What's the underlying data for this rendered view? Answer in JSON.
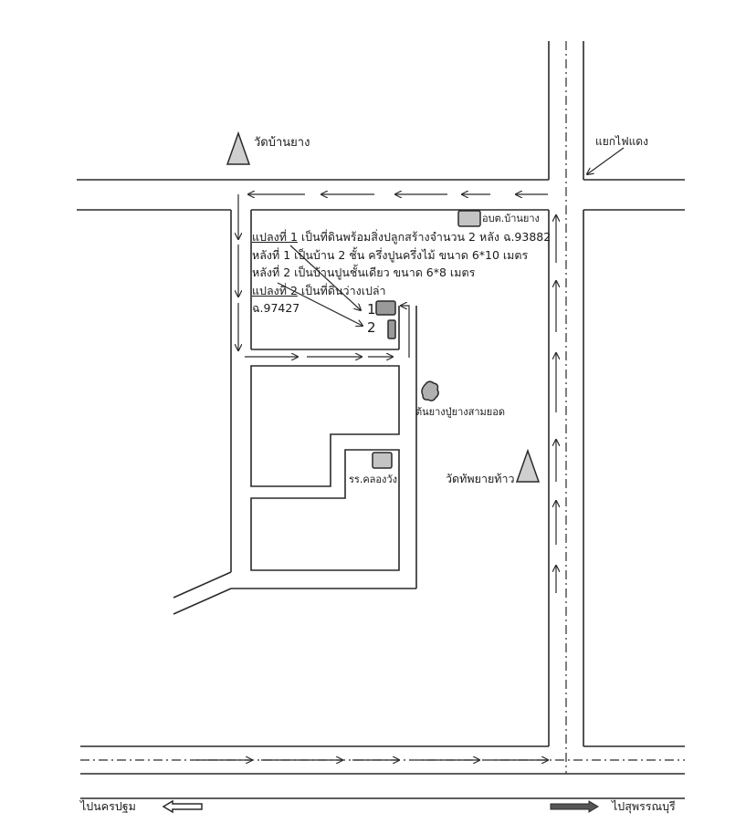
{
  "labels": {
    "wat_ban_yang": "วัดบ้านยาง",
    "traffic_light": "แยกไฟแดง",
    "obt_ban_yang": "อบต.บ้านยาง",
    "tree": "ต้นยางปู่ยางสามยอด",
    "wat_thap_phaya": "วัดทัพยายท้าว",
    "school": "รร.คลองวัง",
    "to_nakhon_pathom": "ไปนครปฐม",
    "to_suphanburi": "ไปสุพรรณบุรี"
  },
  "notes": {
    "plot1_title": "แปลงที่ 1",
    "plot1_text": " เป็นที่ดินพร้อมสิ่งปลูกสร้างจำนวน 2 หลัง ฉ.93882",
    "house1": "หลังที่ 1 เป็นบ้าน 2 ชั้น ครึ่งปูนครึ่งไม้ ขนาด 6*10 เมตร",
    "house2": "หลังที่ 2 เป็นบ้านปูนชั้นเดียว ขนาด 6*8 เมตร",
    "plot2_title": "แปลงที่ 2",
    "plot2_text": " เป็นที่ดินว่างเปล่า",
    "plot2_deed": "ฉ.97427"
  },
  "markers": {
    "one": "1",
    "two": "2"
  },
  "colors": {
    "line": "#2a2a2a",
    "building_fill": "#c4c4c4",
    "plot_fill": "#9a9a9a",
    "triangle_fill": "#cfcfcf",
    "arrow_fill": "#555555"
  },
  "icons": {
    "temple": "triangle-icon",
    "tree": "tree-icon",
    "building": "building-icon"
  }
}
